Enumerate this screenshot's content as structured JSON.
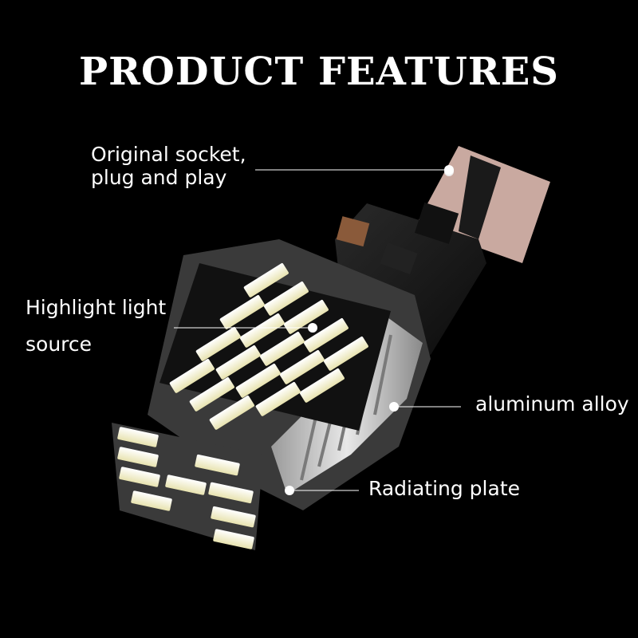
{
  "title": "PRODUCT FEATURES",
  "callouts": {
    "socket_line1": "Original socket,",
    "socket_line2": "plug and play",
    "highlight_line1": "Highlight light",
    "highlight_line2": "source",
    "alloy": "aluminum alloy",
    "plate": "Radiating plate"
  },
  "colors": {
    "background": "#000000",
    "text": "#ffffff",
    "led": "#f4f2d6",
    "circuit_board": "#1a1a1a",
    "contact_plate": "#c9a9a0",
    "heatsink": "#d8d8d8"
  }
}
